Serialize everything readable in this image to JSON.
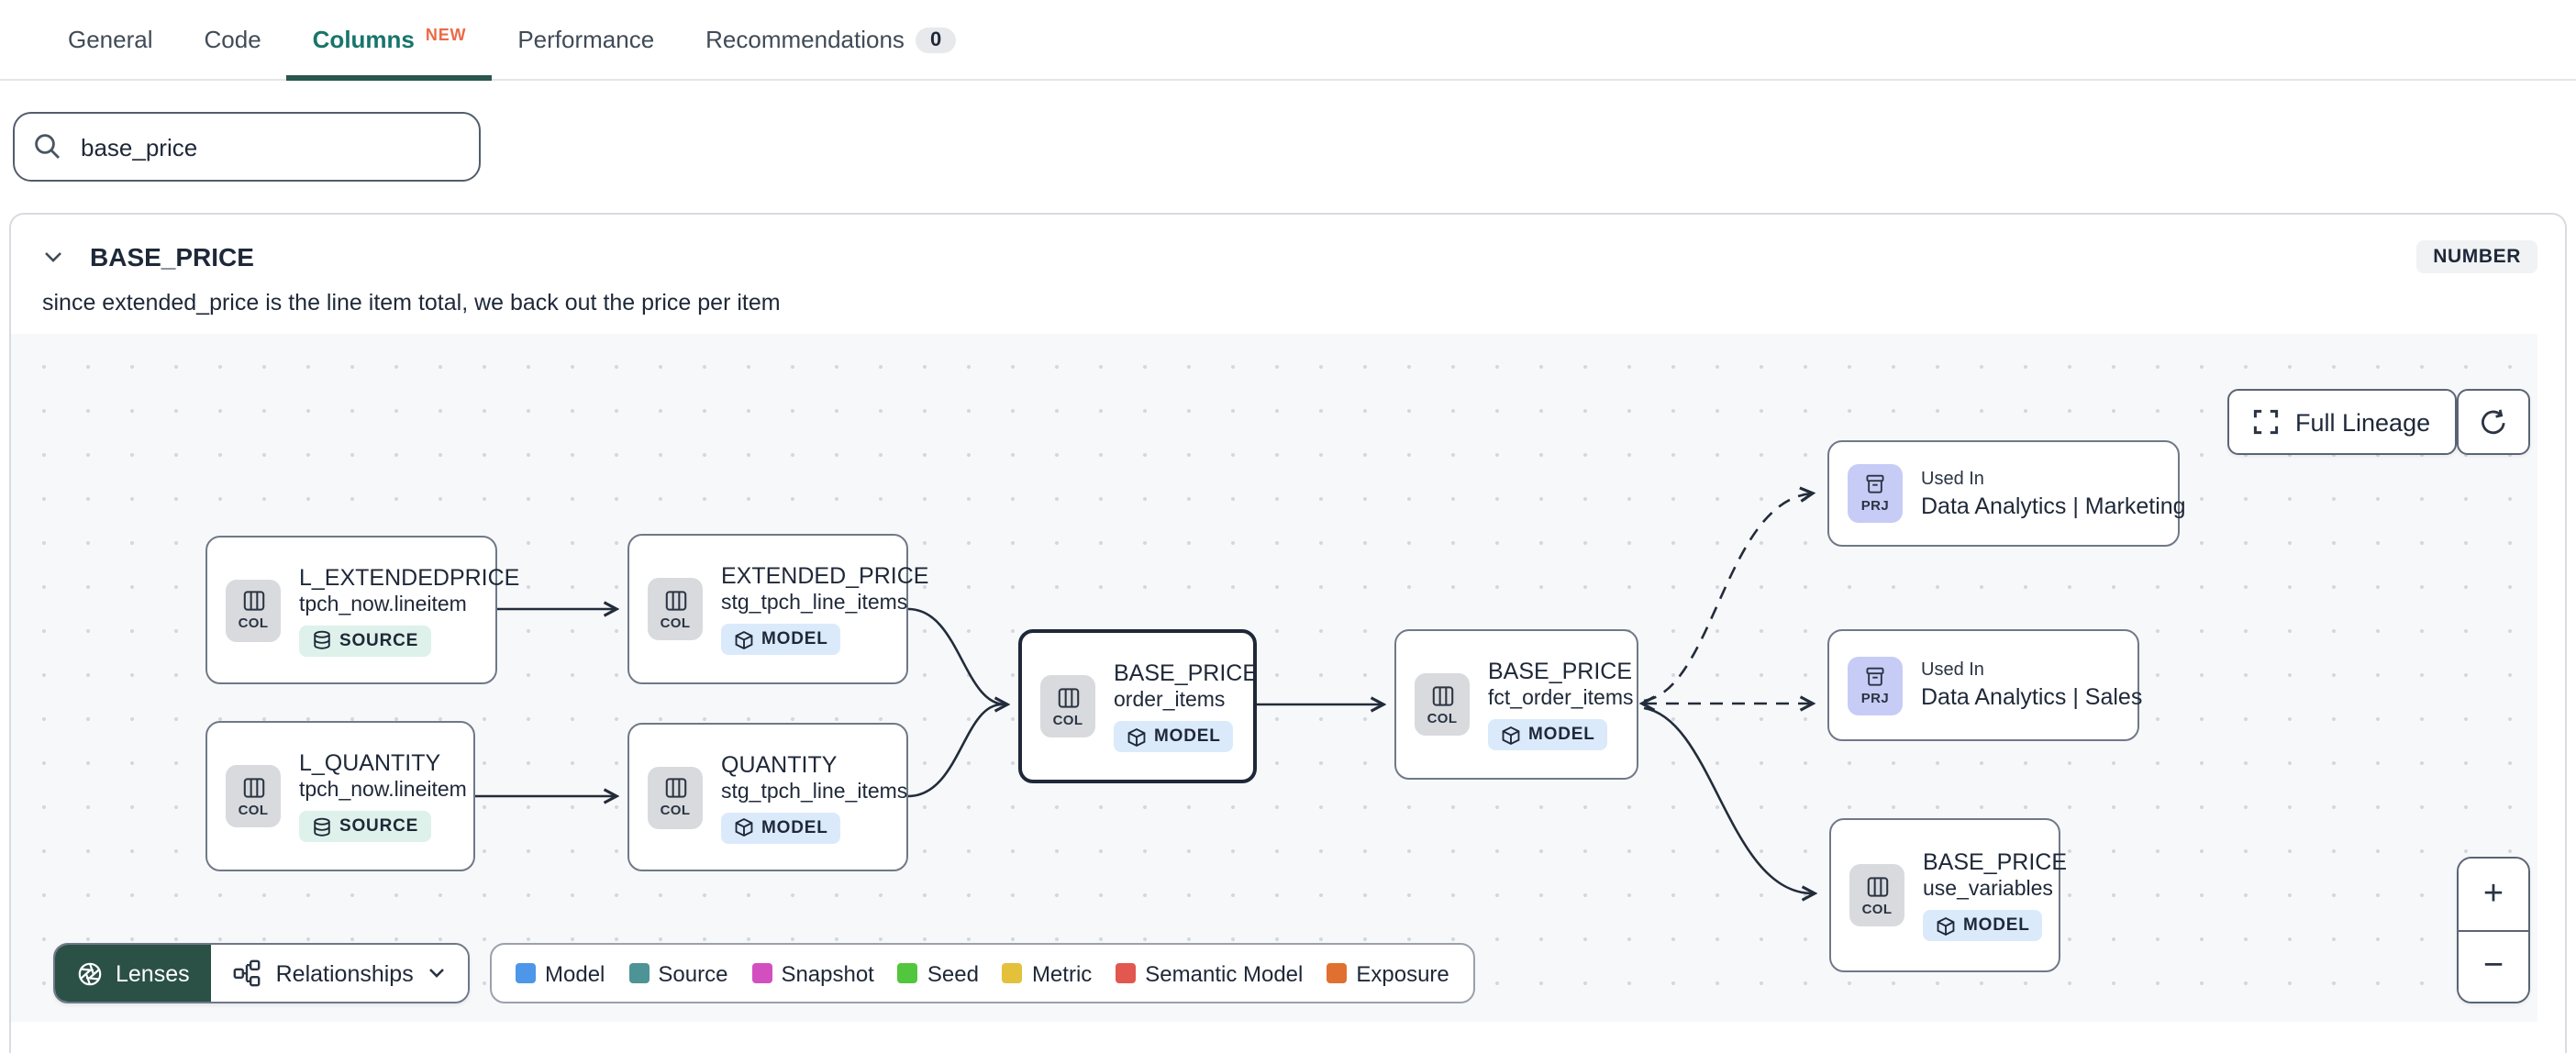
{
  "tabs": {
    "items": [
      {
        "label": "General"
      },
      {
        "label": "Code"
      },
      {
        "label": "Columns",
        "badge": "NEW"
      },
      {
        "label": "Performance"
      },
      {
        "label": "Recommendations",
        "count": "0"
      }
    ]
  },
  "search": {
    "value": "base_price"
  },
  "column": {
    "name": "BASE_PRICE",
    "type_badge": "NUMBER",
    "description": "since extended_price is the line item total, we back out the price per item"
  },
  "lineage": {
    "full_lineage_label": "Full Lineage",
    "lenses_label": "Lenses",
    "relationships_label": "Relationships",
    "zoom_in": "+",
    "zoom_out": "−",
    "nodes": [
      {
        "tile": "COL",
        "title": "L_EXTENDEDPRICE",
        "subtitle": "tpch_now.lineitem",
        "badge": "SOURCE"
      },
      {
        "tile": "COL",
        "title": "L_QUANTITY",
        "subtitle": "tpch_now.lineitem",
        "badge": "SOURCE"
      },
      {
        "tile": "COL",
        "title": "EXTENDED_PRICE",
        "subtitle": "stg_tpch_line_items",
        "badge": "MODEL"
      },
      {
        "tile": "COL",
        "title": "QUANTITY",
        "subtitle": "stg_tpch_line_items",
        "badge": "MODEL"
      },
      {
        "tile": "COL",
        "title": "BASE_PRICE",
        "subtitle": "order_items",
        "badge": "MODEL",
        "selected": true
      },
      {
        "tile": "COL",
        "title": "BASE_PRICE",
        "subtitle": "fct_order_items",
        "badge": "MODEL"
      },
      {
        "tile": "PRJ",
        "kicker": "Used In",
        "title": "Data Analytics | Marketing"
      },
      {
        "tile": "PRJ",
        "kicker": "Used In",
        "title": "Data Analytics | Sales"
      },
      {
        "tile": "COL",
        "title": "BASE_PRICE",
        "subtitle": "use_variables",
        "badge": "MODEL"
      }
    ],
    "legend": [
      {
        "label": "Model",
        "color": "#4D96E9"
      },
      {
        "label": "Source",
        "color": "#4E9396"
      },
      {
        "label": "Snapshot",
        "color": "#D24FC0"
      },
      {
        "label": "Seed",
        "color": "#52C63C"
      },
      {
        "label": "Metric",
        "color": "#E3C13B"
      },
      {
        "label": "Semantic Model",
        "color": "#E2574F"
      },
      {
        "label": "Exposure",
        "color": "#E0702F"
      }
    ]
  }
}
